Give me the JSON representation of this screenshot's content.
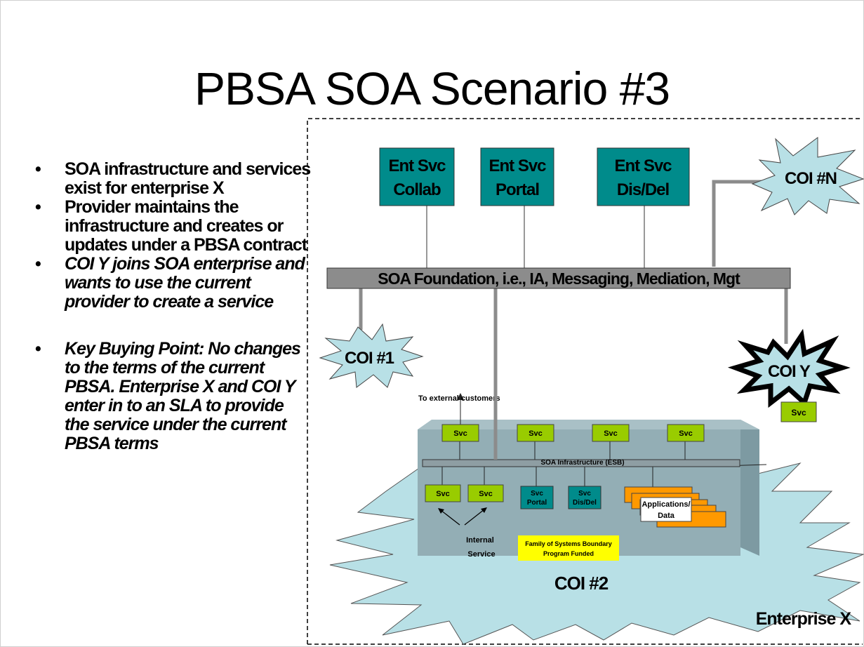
{
  "title": "PBSA SOA Scenario #3",
  "bullets": [
    "SOA infrastructure and services exist for enterprise X",
    "Provider maintains the infrastructure and creates or updates under a PBSA contract",
    "COI Y joins SOA enterprise and wants to use the current provider to create a service",
    "Key Buying Point: No changes to the terms of the current PBSA. Enterprise X and COI Y enter in to an SLA to provide the service under the current PBSA terms"
  ],
  "diagram": {
    "ent_services": [
      {
        "line1": "Ent Svc",
        "line2": "Collab"
      },
      {
        "line1": "Ent Svc",
        "line2": "Portal"
      },
      {
        "line1": "Ent Svc",
        "line2": "Dis/Del"
      }
    ],
    "foundation": "SOA Foundation, i.e., IA, Messaging, Mediation, Mgt",
    "coi_n": "COI #N",
    "coi_1": "COI #1",
    "coi_y": "COI Y",
    "coi_y_svc": "Svc",
    "coi_2": "COI #2",
    "enterprise": "Enterprise X",
    "external": "To external customers",
    "svc_label": "Svc",
    "esb": "SOA Infrastructure (ESB)",
    "svc_portal": [
      "Svc",
      "Portal"
    ],
    "svc_disdel": [
      "Svc",
      "Dis/Del"
    ],
    "apps": [
      "Applications/",
      "Data"
    ],
    "internal": [
      "Internal",
      "Service"
    ],
    "fos": [
      "Family of Systems Boundary",
      "Program Funded"
    ]
  },
  "colors": {
    "teal": "#008B8B",
    "svc_green": "#99CC00",
    "bar_gray": "#808080",
    "cloud": "#B8E0E6",
    "cube": "#93AEB5",
    "orange": "#FF9900",
    "yellow": "#FFFF00"
  }
}
